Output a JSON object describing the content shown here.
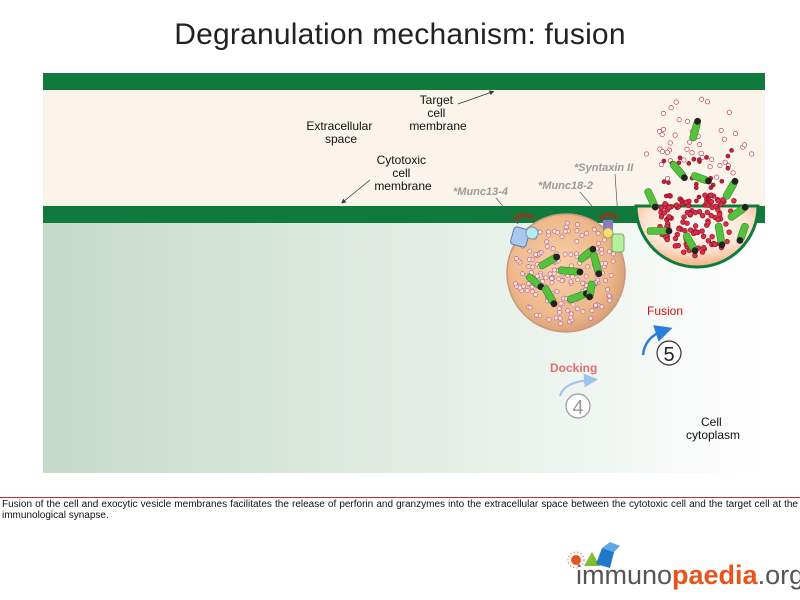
{
  "title": "Degranulation mechanism: fusion",
  "labels": {
    "target_membrane": [
      "Target",
      "cell",
      "membrane"
    ],
    "extracellular_space": [
      "Extracellular",
      "space"
    ],
    "cytotoxic_membrane": [
      "Cytotoxic",
      "cell",
      "membrane"
    ],
    "syntaxin": "*Syntaxin II",
    "munc18": "*Munc18-2",
    "munc13": "*Munc13-4",
    "fusion": "Fusion",
    "docking": "Docking",
    "step_fusion": "5",
    "step_docking": "4",
    "cell_cytoplasm": [
      "Cell",
      "cytoplasm"
    ]
  },
  "caption": "Fusion of the cell and exocytic vesicle membranes facilitates the release of perforin and granzymes into the extracellular space between the cytotoxic cell and the target cell at the immunological synapse.",
  "logo": {
    "part1": "immuno",
    "part2": "paedia",
    "part3": ".org"
  },
  "colors": {
    "membrane": "#0f7a3c",
    "extracellular": "#fbf4ea",
    "cytoplasm_start": "#c9dccf",
    "vesicle": "#f0b48a",
    "granzyme": "#c0203a",
    "perforin": "#55c23e",
    "fusion_text": "#d01010",
    "docking_text": "#e07070",
    "arrow_blue": "#2a7fd8"
  }
}
